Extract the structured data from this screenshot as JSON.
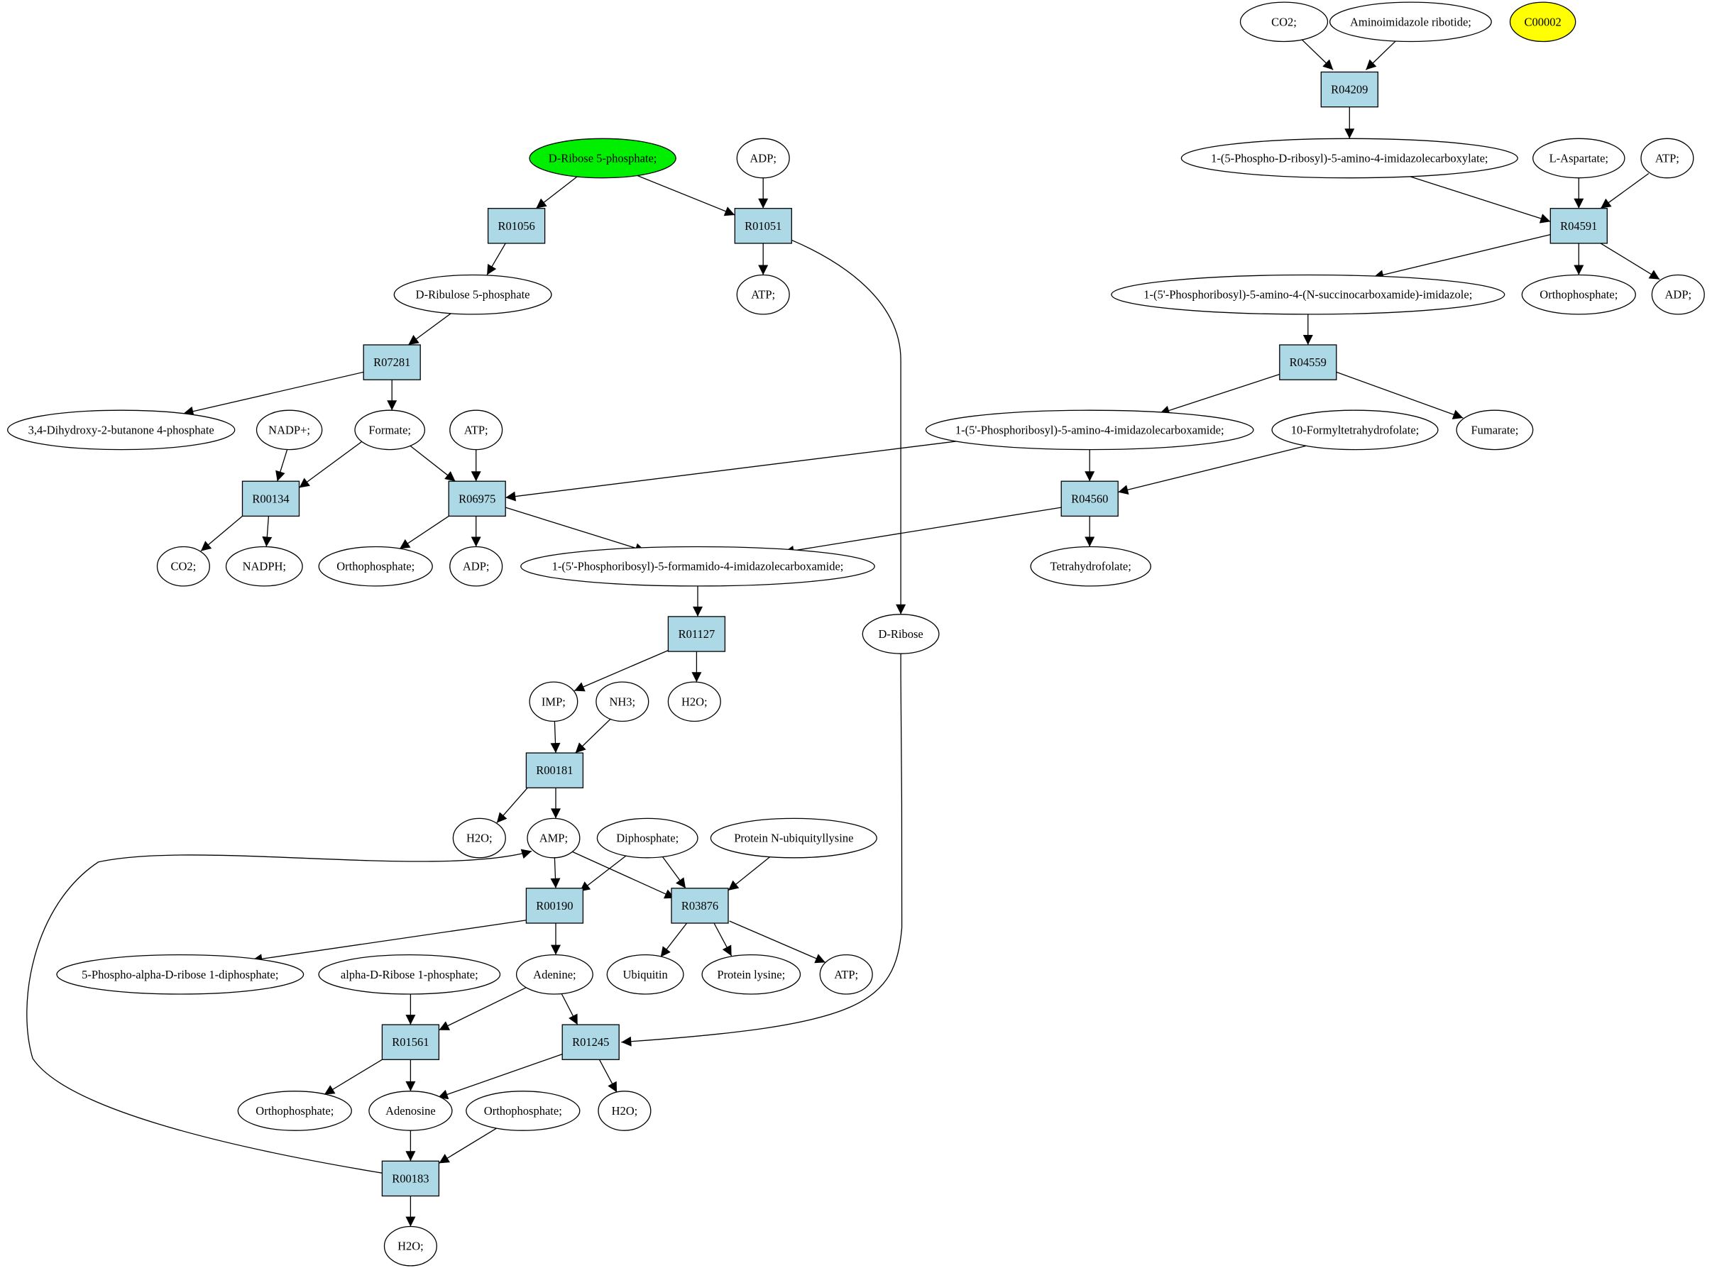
{
  "colors": {
    "reaction": "#add8e6",
    "compound": "#ffffff",
    "highlight_source": "#00ee00",
    "highlight_other": "#ffff00",
    "edge": "#000000"
  },
  "nodes": {
    "c_co2_top": {
      "label": "CO2;"
    },
    "c_air": {
      "label": "Aminoimidazole ribotide;"
    },
    "c_c00002": {
      "label": "C00002"
    },
    "r_R04209": {
      "label": "R04209"
    },
    "c_dr5p": {
      "label": "D-Ribose 5-phosphate;"
    },
    "c_adp_r01051": {
      "label": "ADP;"
    },
    "c_carboxylate": {
      "label": "1-(5-Phospho-D-ribosyl)-5-amino-4-imidazolecarboxylate;"
    },
    "c_laspartate": {
      "label": "L-Aspartate;"
    },
    "c_atp_r04591": {
      "label": "ATP;"
    },
    "r_R01056": {
      "label": "R01056"
    },
    "r_R01051": {
      "label": "R01051"
    },
    "r_R04591": {
      "label": "R04591"
    },
    "c_dribulose5p": {
      "label": "D-Ribulose 5-phosphate"
    },
    "c_atp_r01051": {
      "label": "ATP;"
    },
    "c_succino": {
      "label": "1-(5'-Phosphoribosyl)-5-amino-4-(N-succinocarboxamide)-imidazole;"
    },
    "c_orthophosphate_r04591": {
      "label": "Orthophosphate;"
    },
    "c_adp_r04591": {
      "label": "ADP;"
    },
    "r_R07281": {
      "label": "R07281"
    },
    "r_R04559": {
      "label": "R04559"
    },
    "c_butanone": {
      "label": "3,4-Dihydroxy-2-butanone 4-phosphate"
    },
    "c_nadp": {
      "label": "NADP+;"
    },
    "c_formate": {
      "label": "Formate;"
    },
    "c_atp_r06975": {
      "label": "ATP;"
    },
    "c_carboxamide": {
      "label": "1-(5'-Phosphoribosyl)-5-amino-4-imidazolecarboxamide;"
    },
    "c_formylthf": {
      "label": "10-Formyltetrahydrofolate;"
    },
    "c_fumarate": {
      "label": "Fumarate;"
    },
    "r_R00134": {
      "label": "R00134"
    },
    "r_R06975": {
      "label": "R06975"
    },
    "r_R04560": {
      "label": "R04560"
    },
    "c_co2_r00134": {
      "label": "CO2;"
    },
    "c_nadph": {
      "label": "NADPH;"
    },
    "c_orthophosphate_r06975": {
      "label": "Orthophosphate;"
    },
    "c_adp_r06975": {
      "label": "ADP;"
    },
    "c_formamido": {
      "label": "1-(5'-Phosphoribosyl)-5-formamido-4-imidazolecarboxamide;"
    },
    "c_thf": {
      "label": "Tetrahydrofolate;"
    },
    "r_R01127": {
      "label": "R01127"
    },
    "c_dribose": {
      "label": "D-Ribose"
    },
    "c_imp": {
      "label": "IMP;"
    },
    "c_nh3": {
      "label": "NH3;"
    },
    "c_h2o_r01127": {
      "label": "H2O;"
    },
    "r_R00181": {
      "label": "R00181"
    },
    "c_h2o_r00181": {
      "label": "H2O;"
    },
    "c_amp": {
      "label": "AMP;"
    },
    "c_diphosphate": {
      "label": "Diphosphate;"
    },
    "c_protubiq": {
      "label": "Protein N-ubiquityllysine"
    },
    "r_R00190": {
      "label": "R00190"
    },
    "r_R03876": {
      "label": "R03876"
    },
    "c_prpp": {
      "label": "5-Phospho-alpha-D-ribose 1-diphosphate;"
    },
    "c_adr1p": {
      "label": "alpha-D-Ribose 1-phosphate;"
    },
    "c_adenine": {
      "label": "Adenine;"
    },
    "c_ubiquitin": {
      "label": "Ubiquitin"
    },
    "c_protlys": {
      "label": "Protein lysine;"
    },
    "c_atp_r03876": {
      "label": "ATP;"
    },
    "r_R01561": {
      "label": "R01561"
    },
    "r_R01245": {
      "label": "R01245"
    },
    "c_orthophosphate_r01561": {
      "label": "Orthophosphate;"
    },
    "c_adenosine": {
      "label": "Adenosine"
    },
    "c_orthophosphate_r00183": {
      "label": "Orthophosphate;"
    },
    "c_h2o_r01245": {
      "label": "H2O;"
    },
    "r_R00183": {
      "label": "R00183"
    },
    "c_h2o_r00183": {
      "label": "H2O;"
    }
  }
}
